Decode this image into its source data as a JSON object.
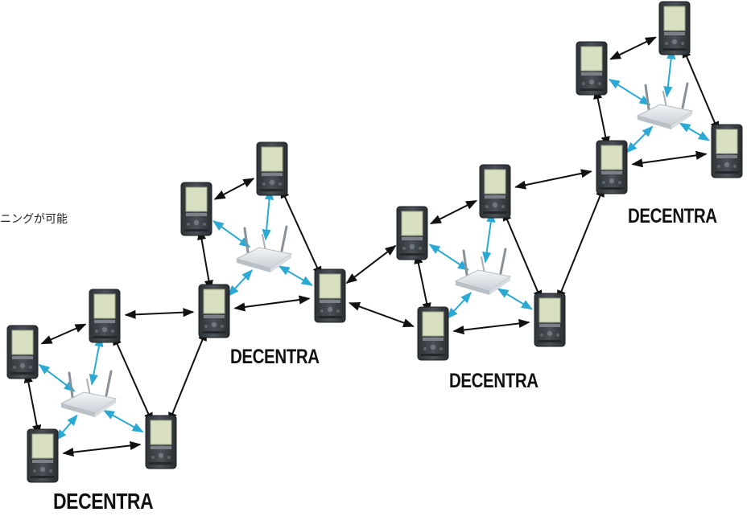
{
  "side_text": "ニングが可能",
  "captions": [
    "DECENTRA",
    "DECENTRA",
    "DECENTRA",
    "DECENTRA"
  ],
  "colors": {
    "device_link": "#111111",
    "router_link": "#29a9d4"
  },
  "icons": {
    "device": "pda-device-icon",
    "hub": "wireless-router-icon"
  }
}
